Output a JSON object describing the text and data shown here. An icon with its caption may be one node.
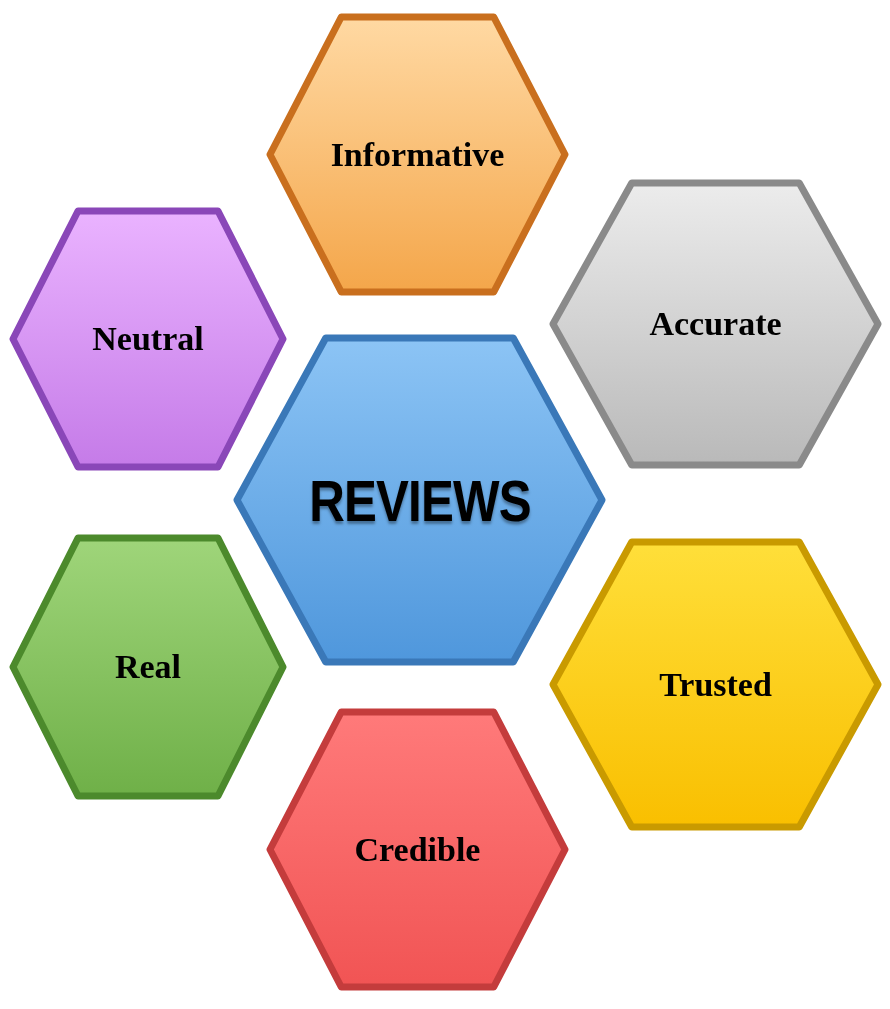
{
  "diagram": {
    "nodes": [
      {
        "text": [
          "Informative"
        ]
      },
      {
        "text": [
          "Accurate"
        ]
      },
      {
        "text": [
          "Neutral"
        ]
      },
      {
        "text": [
          "REVIEWS"
        ]
      },
      {
        "text": [
          "Real"
        ]
      },
      {
        "text": [
          "Trusted"
        ]
      },
      {
        "text": [
          "Credible"
        ]
      }
    ],
    "edges": []
  }
}
